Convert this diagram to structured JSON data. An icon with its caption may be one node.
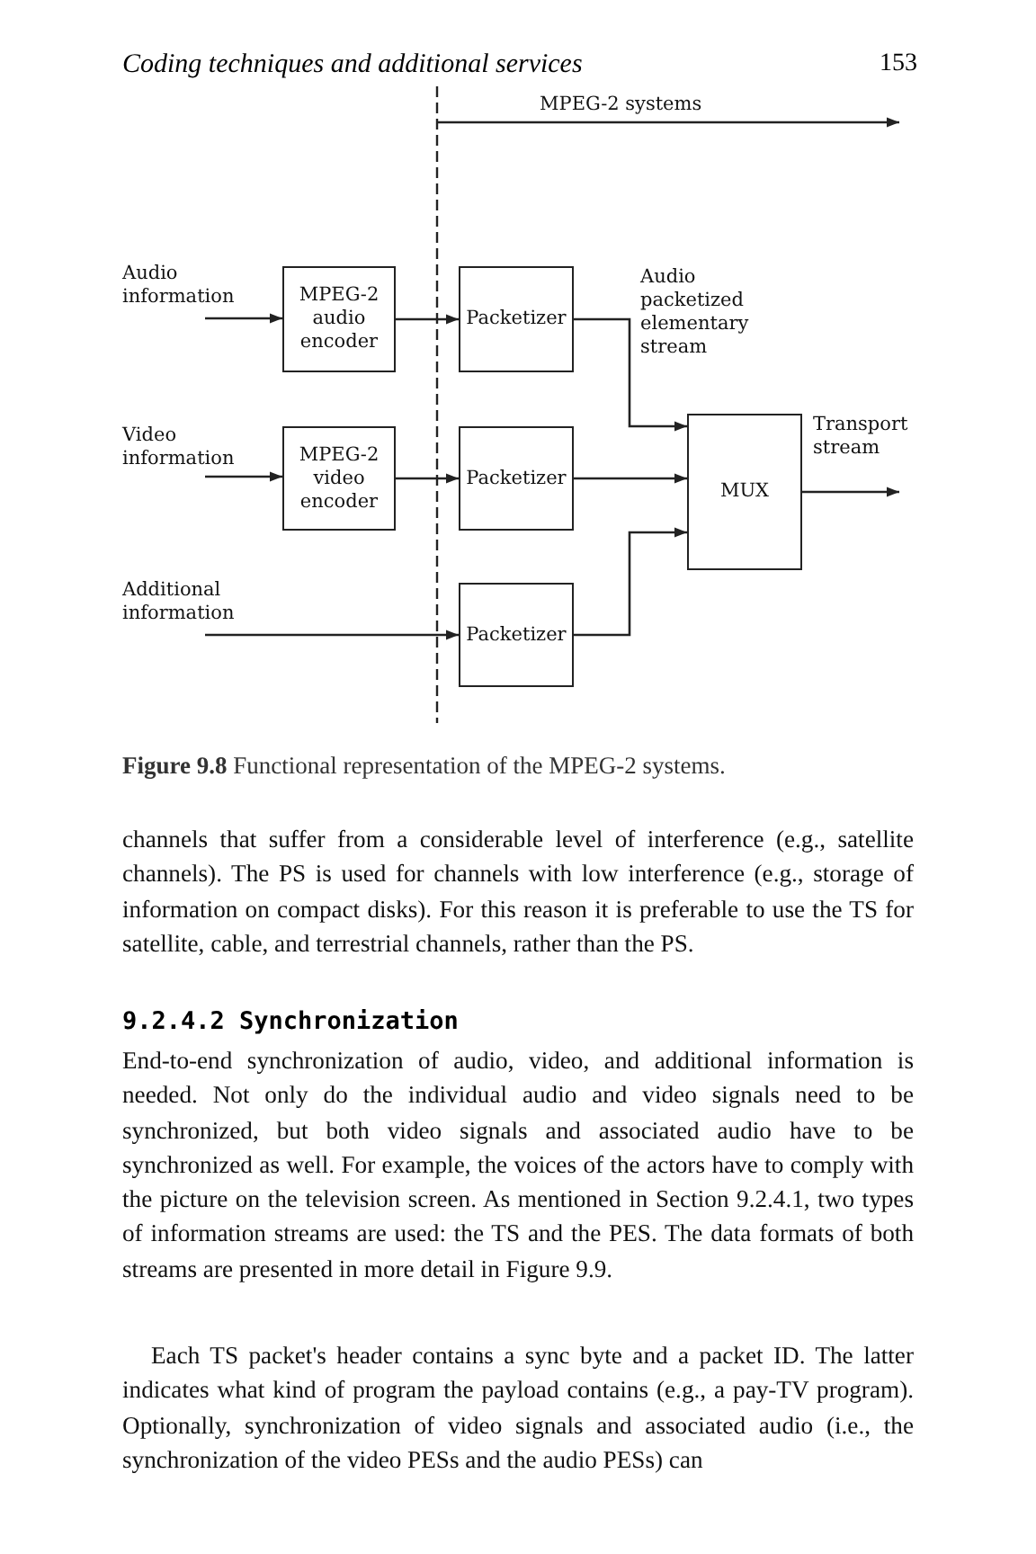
{
  "diagram": {
    "caption": "**Figure 9.8** Functional representation of the MPEG-2 systems.",
    "nodes": [
      {
        "text": [
          "Audio information"
        ]
      },
      {
        "text": [
          "MPEG-2 audio encoder"
        ]
      },
      {
        "text": [
          "Packetizer"
        ]
      },
      {
        "text": [
          "Video information"
        ]
      },
      {
        "text": [
          "MPEG-2 video encoder"
        ]
      },
      {
        "text": [
          "Packetizer"
        ]
      },
      {
        "text": [
          "Additional information"
        ]
      },
      {
        "text": [
          "Packetizer"
        ]
      },
      {
        "text": [
          "MUX"
        ]
      }
    ],
    "edges": [
      {
        "from": 0,
        "to": 1,
        "arrow": "to"
      },
      {
        "from": 1,
        "to": 2,
        "arrow": "to"
      },
      {
        "from": 2,
        "to": 8,
        "arrow": "to",
        "label": "Audio packetized elementary stream"
      },
      {
        "from": 3,
        "to": 4,
        "arrow": "to"
      },
      {
        "from": 4,
        "to": 5,
        "arrow": "to"
      },
      {
        "from": 5,
        "to": 8,
        "arrow": "to"
      },
      {
        "from": 6,
        "to": 7,
        "arrow": "to"
      },
      {
        "from": 7,
        "to": 8,
        "arrow": "to"
      },
      {
        "from": 8,
        "to": null,
        "arrow": "to",
        "label": "Transport stream"
      }
    ],
    "labels": [
      "Coding techniques and additional services",
      "153",
      "MPEG-2 systems",
      "channels that suffer from a considerable level of interference (e.g., satellite channels). The PS is used for channels with low interference (e.g., storage of information on compact disks). For this reason it is preferable to use the TS for satellite, cable, and terrestrial channels, rather than the PS.",
      "9.2.4.2 Synchronization",
      "End-to-end synchronization of audio, video, and additional information is needed. Not only do the individual audio and video signals need to be synchronized, but both video signals and associated audio have to be synchronized as well. For example, the voices of the actors have to comply with the picture on the television screen. As mentioned in Section 9.2.4.1, two types of information streams are used: the TS and the PES. The data formats of both streams are presented in more detail in Figure 9.9.",
      "Each TS packet's header contains a sync byte and a packet ID. The latter indicates what kind of program the payload contains (e.g., a pay-TV program). Optionally, synchronization of video signals and associated audio (i.e., the synchronization of the video PESs and the audio PESs) can"
    ]
  }
}
